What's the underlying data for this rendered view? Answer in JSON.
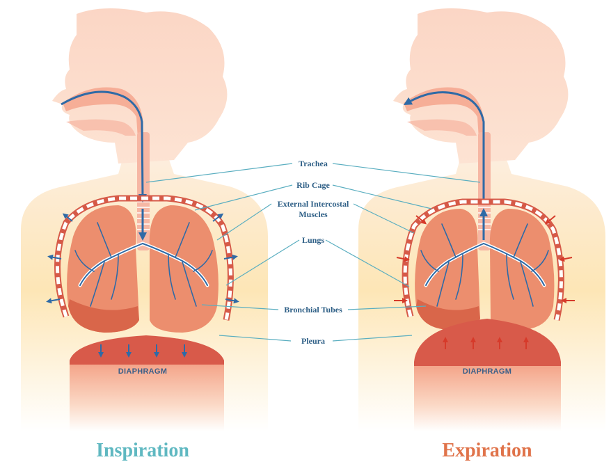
{
  "labels": {
    "trachea": "Trachea",
    "rib_cage": "Rib Cage",
    "intercostal_line1": "External Intercostal",
    "intercostal_line2": "Muscles",
    "lungs": "Lungs",
    "bronchial_tubes": "Bronchial Tubes",
    "pleura": "Pleura"
  },
  "diaphragm_left": "DIAPHRAGM",
  "diaphragm_right": "DIAPHRAGM",
  "inspiration": {
    "title": "Inspiration",
    "color": "#5fb8c1"
  },
  "expiration": {
    "title": "Expiration",
    "color": "#e0734a"
  },
  "colors": {
    "skin": "#f9d9c4",
    "torso": "#fde8b8",
    "lung": "#e9896a",
    "lung_dark": "#d9664a",
    "airway": "#2f6aa6",
    "leader_line": "#5aaec0",
    "diaphragm": "#d85a4a",
    "arrow_in": "#2f6aa6",
    "arrow_out": "#d63a2a"
  }
}
